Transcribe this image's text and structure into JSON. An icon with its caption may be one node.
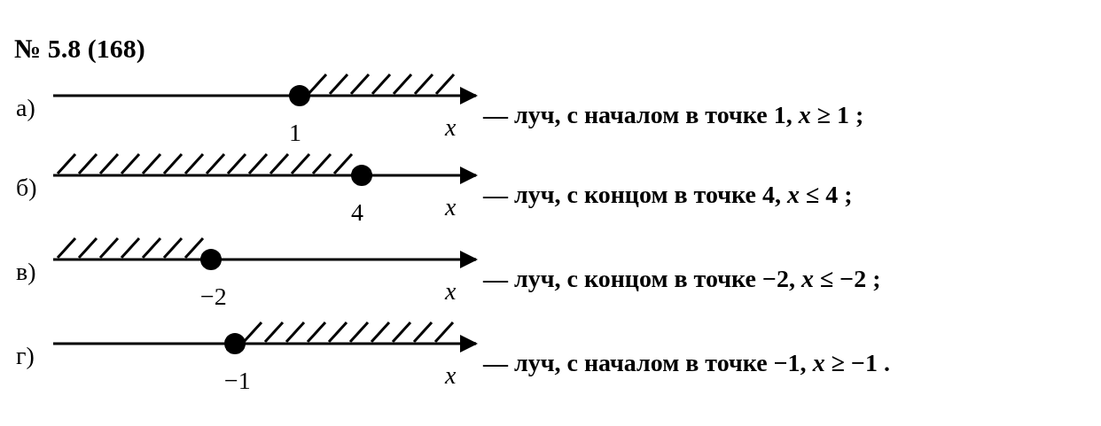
{
  "diagram": {
    "title": "№ 5.8 (168)",
    "labels": [
      "а)",
      "1",
      "*x*",
      "— луч, с началом в точке 1,  *x* ≥ 1 ;",
      "б)",
      "4",
      "*x*",
      "— луч, с концом в точке 4,  *x* ≤ 4 ;",
      "в)",
      "−2",
      "*x*",
      "— луч, с концом в точке −2,  *x* ≤ −2 ;",
      "г)",
      "−1",
      "*x*",
      "— луч, с началом в точке −1,  *x* ≥ −1 ."
    ]
  }
}
